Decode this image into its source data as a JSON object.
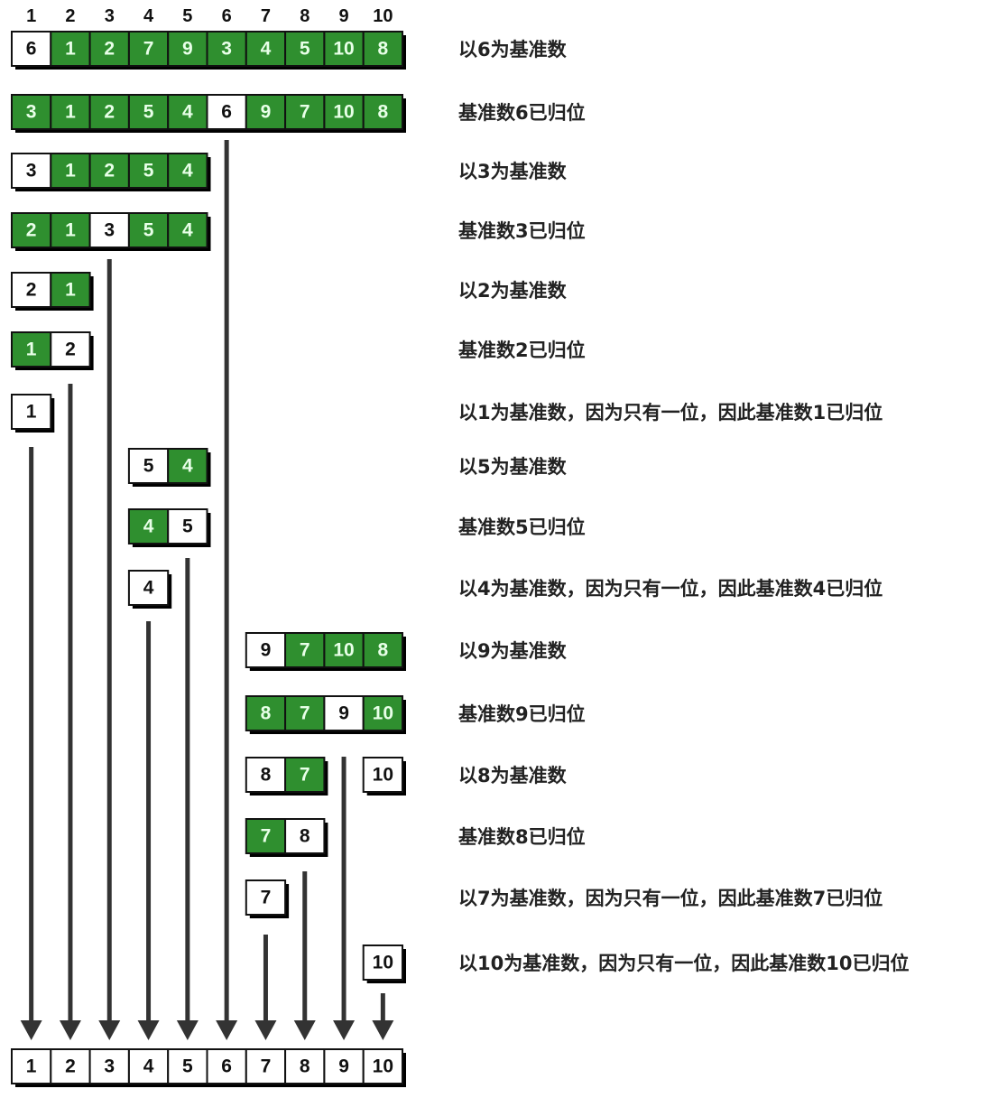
{
  "colors": {
    "green": "#2f8f2f",
    "white": "#ffffff",
    "border": "#111111"
  },
  "header_indices": [
    "1",
    "2",
    "3",
    "4",
    "5",
    "6",
    "7",
    "8",
    "9",
    "10"
  ],
  "rows": [
    {
      "groups": [
        {
          "start": 0,
          "values": [
            "6",
            "1",
            "2",
            "7",
            "9",
            "3",
            "4",
            "5",
            "10",
            "8"
          ],
          "white": [
            0
          ]
        }
      ],
      "label": "以6为基准数"
    },
    {
      "groups": [
        {
          "start": 0,
          "values": [
            "3",
            "1",
            "2",
            "5",
            "4",
            "6",
            "9",
            "7",
            "10",
            "8"
          ],
          "white": [
            5
          ]
        }
      ],
      "label": "基准数6已归位"
    },
    {
      "groups": [
        {
          "start": 0,
          "values": [
            "3",
            "1",
            "2",
            "5",
            "4"
          ],
          "white": [
            0
          ]
        }
      ],
      "label": "以3为基准数"
    },
    {
      "groups": [
        {
          "start": 0,
          "values": [
            "2",
            "1",
            "3",
            "5",
            "4"
          ],
          "white": [
            2
          ]
        }
      ],
      "label": "基准数3已归位"
    },
    {
      "groups": [
        {
          "start": 0,
          "values": [
            "2",
            "1"
          ],
          "white": [
            0
          ]
        }
      ],
      "label": "以2为基准数"
    },
    {
      "groups": [
        {
          "start": 0,
          "values": [
            "1",
            "2"
          ],
          "white": [
            1
          ]
        }
      ],
      "label": "基准数2已归位"
    },
    {
      "groups": [
        {
          "start": 0,
          "values": [
            "1"
          ],
          "white": [
            0
          ]
        }
      ],
      "label": "以1为基准数，因为只有一位，因此基准数1已归位"
    },
    {
      "groups": [
        {
          "start": 3,
          "values": [
            "5",
            "4"
          ],
          "white": [
            0
          ]
        }
      ],
      "label": "以5为基准数"
    },
    {
      "groups": [
        {
          "start": 3,
          "values": [
            "4",
            "5"
          ],
          "white": [
            1
          ]
        }
      ],
      "label": "基准数5已归位"
    },
    {
      "groups": [
        {
          "start": 3,
          "values": [
            "4"
          ],
          "white": [
            0
          ]
        }
      ],
      "label": "以4为基准数，因为只有一位，因此基准数4已归位"
    },
    {
      "groups": [
        {
          "start": 6,
          "values": [
            "9",
            "7",
            "10",
            "8"
          ],
          "white": [
            0
          ]
        }
      ],
      "label": "以9为基准数"
    },
    {
      "groups": [
        {
          "start": 6,
          "values": [
            "8",
            "7",
            "9",
            "10"
          ],
          "white": [
            2
          ]
        }
      ],
      "label": "基准数9已归位"
    },
    {
      "groups": [
        {
          "start": 6,
          "values": [
            "8",
            "7"
          ],
          "white": [
            0
          ]
        },
        {
          "start": 9,
          "values": [
            "10"
          ],
          "white": [
            0
          ]
        }
      ],
      "label": "以8为基准数"
    },
    {
      "groups": [
        {
          "start": 6,
          "values": [
            "7",
            "8"
          ],
          "white": [
            1
          ]
        }
      ],
      "label": "基准数8已归位"
    },
    {
      "groups": [
        {
          "start": 6,
          "values": [
            "7"
          ],
          "white": [
            0
          ]
        }
      ],
      "label": "以7为基准数，因为只有一位，因此基准数7已归位"
    },
    {
      "groups": [
        {
          "start": 9,
          "values": [
            "10"
          ],
          "white": [
            0
          ]
        }
      ],
      "label": "以10为基准数，因为只有一位，因此基准数10已归位"
    }
  ],
  "result": [
    "1",
    "2",
    "3",
    "4",
    "5",
    "6",
    "7",
    "8",
    "9",
    "10"
  ]
}
